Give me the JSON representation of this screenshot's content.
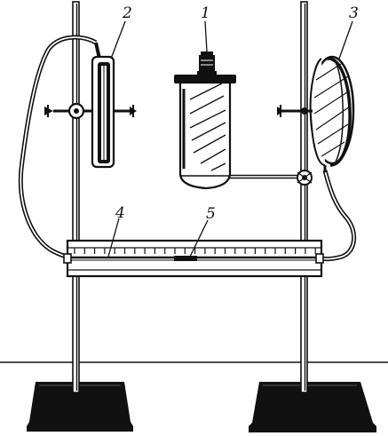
{
  "labels": {
    "one": "1",
    "two": "2",
    "three": "3",
    "four": "4",
    "five": "5"
  },
  "colors": {
    "ink": "#111111",
    "paper": "#ffffff"
  }
}
